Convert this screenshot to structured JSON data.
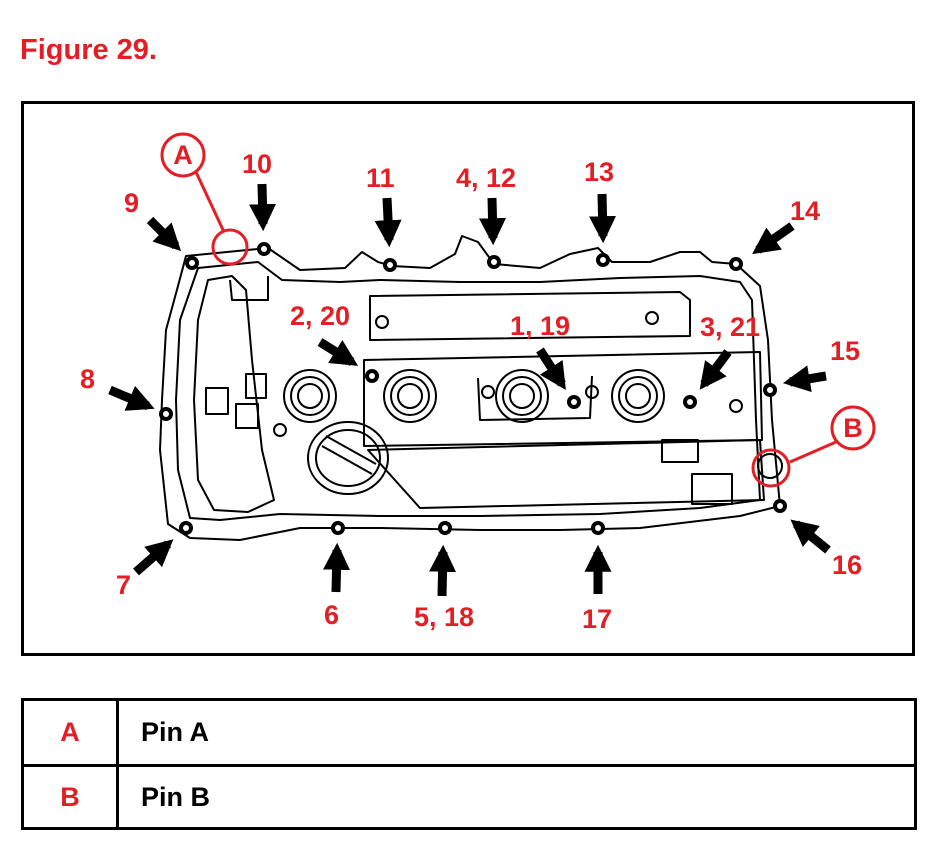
{
  "figure_title": "Figure 29.",
  "colors": {
    "accent": "#e41e25",
    "ink": "#000000"
  },
  "callouts": [
    "10",
    "11",
    "4, 12",
    "13",
    "9",
    "14",
    "2, 20",
    "1, 19",
    "3, 21",
    "15",
    "8",
    "7",
    "6",
    "5, 18",
    "17",
    "16"
  ],
  "pins": [
    {
      "key": "A",
      "label": "Pin A"
    },
    {
      "key": "B",
      "label": "Pin B"
    }
  ]
}
